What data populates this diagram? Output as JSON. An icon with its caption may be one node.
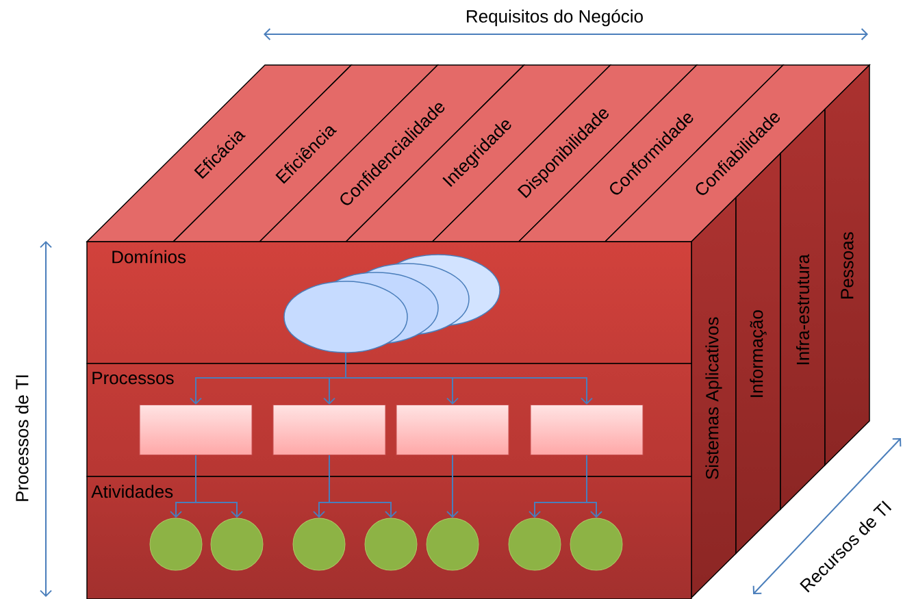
{
  "diagram": {
    "nodes": [
      {
        "text": [
          "Eficácia"
        ]
      },
      {
        "text": [
          "Eficiência"
        ]
      },
      {
        "text": [
          "Confidencialidade"
        ]
      },
      {
        "text": [
          "Integridade"
        ]
      },
      {
        "text": [
          "Disponibilidade"
        ]
      },
      {
        "text": [
          "Conformidade"
        ]
      },
      {
        "text": [
          "Confiabilidade"
        ]
      },
      {
        "text": [
          "Domínios"
        ]
      },
      {
        "text": [],
        "shape": "ellipse",
        "in": 7
      },
      {
        "text": [
          "Processos"
        ]
      },
      {
        "text": [],
        "shape": "box",
        "in": 9
      },
      {
        "text": [],
        "shape": "box",
        "in": 9
      },
      {
        "text": [],
        "shape": "box",
        "in": 9
      },
      {
        "text": [],
        "shape": "box",
        "in": 9
      },
      {
        "text": [
          "Atividades"
        ]
      },
      {
        "text": [],
        "shape": "circle",
        "in": 14
      },
      {
        "text": [],
        "shape": "circle",
        "in": 14
      },
      {
        "text": [],
        "shape": "circle",
        "in": 14
      },
      {
        "text": [],
        "shape": "circle",
        "in": 14
      },
      {
        "text": [],
        "shape": "circle",
        "in": 14
      },
      {
        "text": [],
        "shape": "circle",
        "in": 14
      },
      {
        "text": [],
        "shape": "circle",
        "in": 14
      },
      {
        "text": [
          "Sistemas Aplicativos"
        ]
      },
      {
        "text": [
          "Informação"
        ]
      },
      {
        "text": [
          "Infra-estrutura"
        ]
      },
      {
        "text": [
          "Pessoas"
        ]
      }
    ],
    "edges": [
      {
        "from": 8,
        "to": 10,
        "arrow": "to"
      },
      {
        "from": 8,
        "to": 11,
        "arrow": "to"
      },
      {
        "from": 8,
        "to": 12,
        "arrow": "to"
      },
      {
        "from": 8,
        "to": 13,
        "arrow": "to"
      },
      {
        "from": 10,
        "to": 15,
        "arrow": "to"
      },
      {
        "from": 10,
        "to": 16,
        "arrow": "to"
      },
      {
        "from": 11,
        "to": 17,
        "arrow": "to"
      },
      {
        "from": 11,
        "to": 18,
        "arrow": "to"
      },
      {
        "from": 12,
        "to": 19,
        "arrow": "to"
      },
      {
        "from": 13,
        "to": 20,
        "arrow": "to"
      },
      {
        "from": 13,
        "to": 21,
        "arrow": "to"
      }
    ],
    "labels": [
      "Requisitos do Negócio",
      "Processos de TI",
      "Recursos de TI"
    ]
  }
}
